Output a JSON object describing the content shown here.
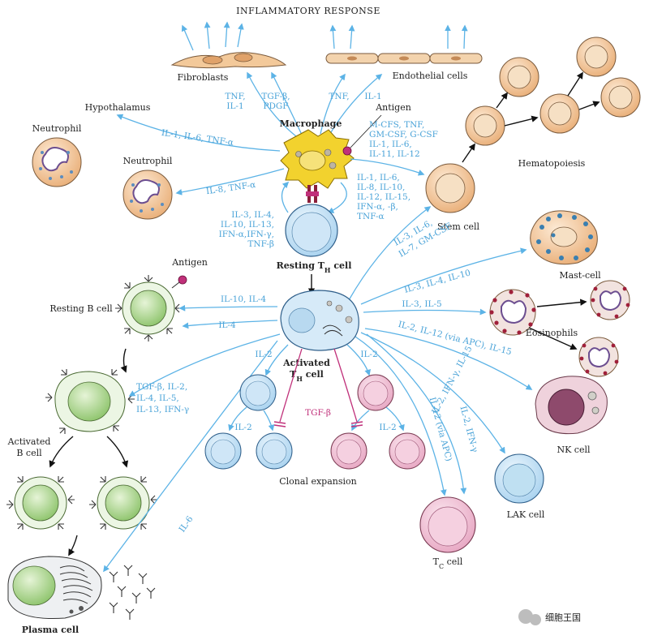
{
  "title": "INFLAMMATORY RESPONSE",
  "cells": {
    "fibroblasts": "Fibroblasts",
    "endothelial": "Endothelial cells",
    "macrophage": "Macrophage",
    "antigen_top": "Antigen",
    "hypothalamus": "Hypothalamus",
    "neutrophil1": "Neutrophil",
    "neutrophil2": "Neutrophil",
    "hematopoiesis": "Hematopoiesis",
    "stem_cell": "Stem cell",
    "resting_th": "Resting T",
    "resting_th_sub": "H",
    "resting_th_tail": " cell",
    "antigen_b": "Antigen",
    "resting_b": "Resting B cell",
    "mast_cell": "Mast-cell",
    "eosinophils": "Eosinophils",
    "activated_th_1": "Activated",
    "activated_th_2": "T",
    "activated_th_sub": "H",
    "activated_th_tail": " cell",
    "activated_b_1": "Activated",
    "activated_b_2": "B cell",
    "nk_cell": "NK cell",
    "lak_cell": "LAK cell",
    "clonal": "Clonal expansion",
    "tc_cell": "T",
    "tc_sub": "C",
    "tc_tail": " cell",
    "plasma_cell": "Plasma cell"
  },
  "cytokines": {
    "fib_1": "TNF,",
    "fib_2": "IL-1",
    "fib_3": "TGF-β,",
    "fib_4": "PDGF",
    "endo_1": "TNF,",
    "endo_2": "IL-1",
    "hypo": "IL-1, IL-6, TNF-α",
    "neut": "IL-8, TNF-α",
    "stem_1": "M-CFS, TNF,",
    "stem_2": "GM-CSF, G-CSF",
    "stem_3": "IL-1, IL-6,",
    "stem_4": "IL-11, IL-12",
    "mth_1": "IL-1, IL-6,",
    "mth_2": "IL-8, IL-10,",
    "mth_3": "IL-12, IL-15,",
    "mth_4": "IFN-α, -β,",
    "mth_5": "TNF-α",
    "thm_1": "IL-3, IL-4,",
    "thm_2": "IL-10, IL-13,",
    "thm_3": "IFN-α,IFN-γ,",
    "thm_4": "TNF-β",
    "sc_1": "IL-3, IL-6,",
    "sc_2": "IL-7, GM-CSF",
    "mast": "IL-3, IL-4, IL-10",
    "eos": "IL-3, IL-5",
    "nk": "IL-2, IL-12 (via APC), IL-15",
    "lak": "IL-2, IFN-γ, IL-15",
    "tc_1": "IL-12 (via APC)",
    "tc_2": "IL-2, IFN-γ",
    "rb": "IL-10, IL-4",
    "rb2": "IL-4",
    "ab_1": "TGF-β, IL-2,",
    "ab_2": "IL-4, IL-5,",
    "ab_3": "IL-13, IFN-γ",
    "il2_a": "IL-2",
    "il2_b": "IL-2",
    "il2_c": "IL-2",
    "il2_d": "IL-2",
    "tgf": "TGF-β",
    "il6": "IL-6"
  },
  "watermark": "细胞王国",
  "colors": {
    "cytokine": "#4aa3d8",
    "suppress": "#c0307a",
    "macrophage": "#f2d22e",
    "lymph_blue": "#c8e2f5",
    "lymph_pink": "#f2c4d8",
    "b_cell": "#a9d28a",
    "stem": "#f3c99a"
  }
}
